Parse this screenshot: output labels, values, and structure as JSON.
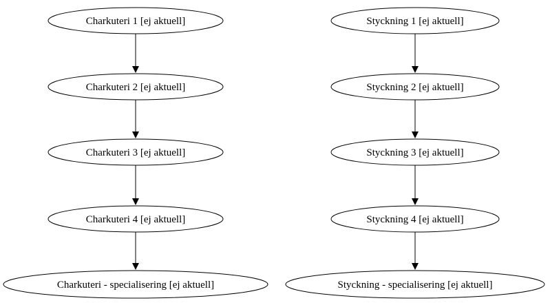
{
  "diagram": {
    "columns": [
      {
        "nodes": [
          "Charkuteri 1 [ej aktuell]",
          "Charkuteri 2 [ej aktuell]",
          "Charkuteri 3 [ej aktuell]",
          "Charkuteri 4 [ej aktuell]",
          "Charkuteri - specialisering [ej aktuell]"
        ]
      },
      {
        "nodes": [
          "Styckning 1 [ej aktuell]",
          "Styckning 2 [ej aktuell]",
          "Styckning 3 [ej aktuell]",
          "Styckning 4 [ej aktuell]",
          "Styckning - specialisering [ej aktuell]"
        ]
      }
    ],
    "edges": [
      {
        "from": "Charkuteri 1 [ej aktuell]",
        "to": "Charkuteri 2 [ej aktuell]"
      },
      {
        "from": "Charkuteri 2 [ej aktuell]",
        "to": "Charkuteri 3 [ej aktuell]"
      },
      {
        "from": "Charkuteri 3 [ej aktuell]",
        "to": "Charkuteri 4 [ej aktuell]"
      },
      {
        "from": "Charkuteri 4 [ej aktuell]",
        "to": "Charkuteri - specialisering [ej aktuell]"
      },
      {
        "from": "Styckning 1 [ej aktuell]",
        "to": "Styckning 2 [ej aktuell]"
      },
      {
        "from": "Styckning 2 [ej aktuell]",
        "to": "Styckning 3 [ej aktuell]"
      },
      {
        "from": "Styckning 3 [ej aktuell]",
        "to": "Styckning 4 [ej aktuell]"
      },
      {
        "from": "Styckning 4 [ej aktuell]",
        "to": "Styckning - specialisering [ej aktuell]"
      }
    ]
  }
}
